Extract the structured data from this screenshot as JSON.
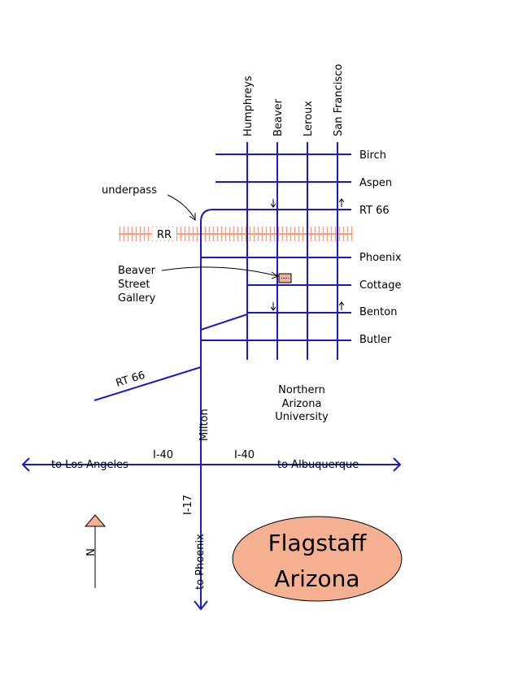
{
  "colors": {
    "road": "#1a1acc",
    "railroad": "#f0a080",
    "highlight": "#f4b090",
    "outline": "#000000"
  },
  "streets": {
    "north_south": [
      "Humphreys",
      "Beaver",
      "Leroux",
      "San Francisco"
    ],
    "east_west": [
      "Birch",
      "Aspen",
      "RT 66",
      "Phoenix",
      "Cottage",
      "Benton",
      "Butler"
    ],
    "milton": "Milton"
  },
  "labels": {
    "underpass": "underpass",
    "railroad": "RR",
    "gallery_line1": "Beaver",
    "gallery_line2": "Street",
    "gallery_line3": "Gallery",
    "rt66_sw": "RT 66",
    "nau_line1": "Northern",
    "nau_line2": "Arizona",
    "nau_line3": "University",
    "i40_west": "I-40",
    "i40_east": "I-40",
    "to_la": "to Los Angeles",
    "to_albuquerque": "to Albuquerque",
    "i17": "I-17",
    "to_phoenix": "to Phoenix",
    "north_symbol": "N"
  },
  "title": {
    "line1": "Flagstaff",
    "line2": "Arizona"
  }
}
